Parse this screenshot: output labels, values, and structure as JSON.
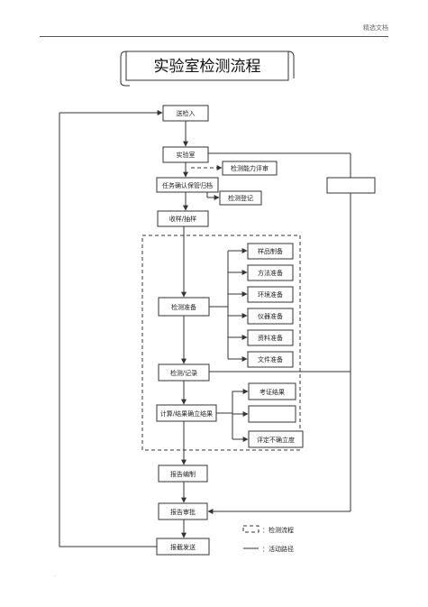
{
  "header": {
    "text": "精选文档"
  },
  "title": "实验室检测流程",
  "nodes": {
    "sample_delivery": "送检入",
    "laboratory": "实验室",
    "capability_review": "检测能力评审",
    "task_confirm": "任务确认保管归档",
    "test_register": "检测登记",
    "sampling": "收样/抽样",
    "test_prep": "检测准备",
    "sample_prep": "样品制备",
    "method_prep": "方法准备",
    "env_prep": "环境准备",
    "instrument_prep": "仪器准备",
    "material_prep": "资料准备",
    "document_prep": "文件准备",
    "test_record": "检测/记录",
    "calc_result": "计算/结果确立结果",
    "exam_result": "考证结果",
    "uncertainty": "评定不确立度",
    "report_compile": "报告编制",
    "report_approve": "报告审批",
    "report_issue": "报截发送"
  },
  "legend": {
    "dashed_label": "：检测流程",
    "solid_label": "：活动路径"
  }
}
